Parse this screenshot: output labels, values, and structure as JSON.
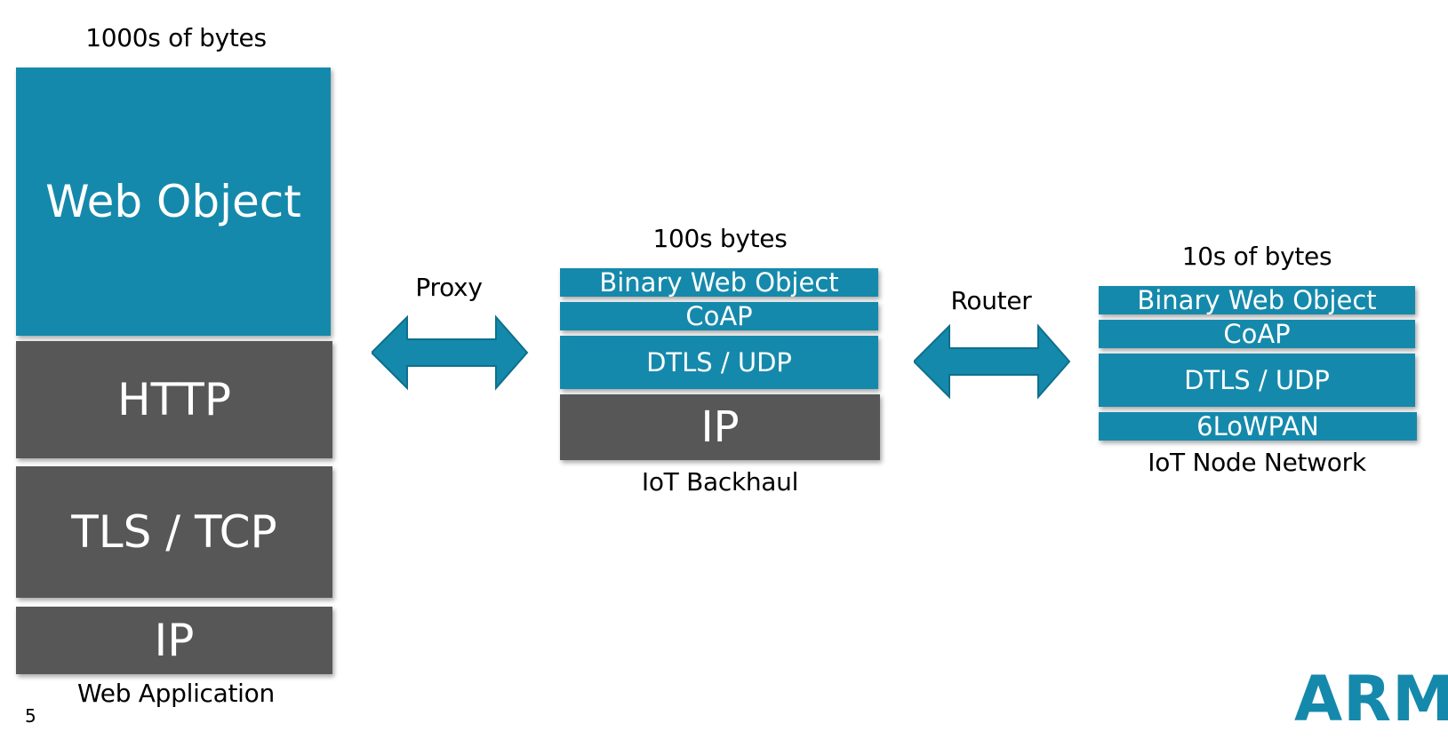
{
  "stack_web": {
    "top_caption": "1000s of bytes",
    "layers": [
      "Web Object",
      "HTTP",
      "TLS / TCP",
      "IP"
    ],
    "bottom_caption": "Web Application"
  },
  "proxy_label": "Proxy",
  "stack_backhaul": {
    "top_caption": "100s bytes",
    "layers": [
      "Binary Web Object",
      "CoAP",
      "DTLS / UDP",
      "IP"
    ],
    "bottom_caption": "IoT Backhaul"
  },
  "router_label": "Router",
  "stack_node": {
    "top_caption": "10s of bytes",
    "layers": [
      "Binary Web Object",
      "CoAP",
      "DTLS / UDP",
      "6LoWPAN"
    ],
    "bottom_caption": "IoT Node Network"
  },
  "logo_text": "ARM",
  "page_number": "5",
  "colors": {
    "teal": "#1589ab",
    "grey": "#575757"
  }
}
